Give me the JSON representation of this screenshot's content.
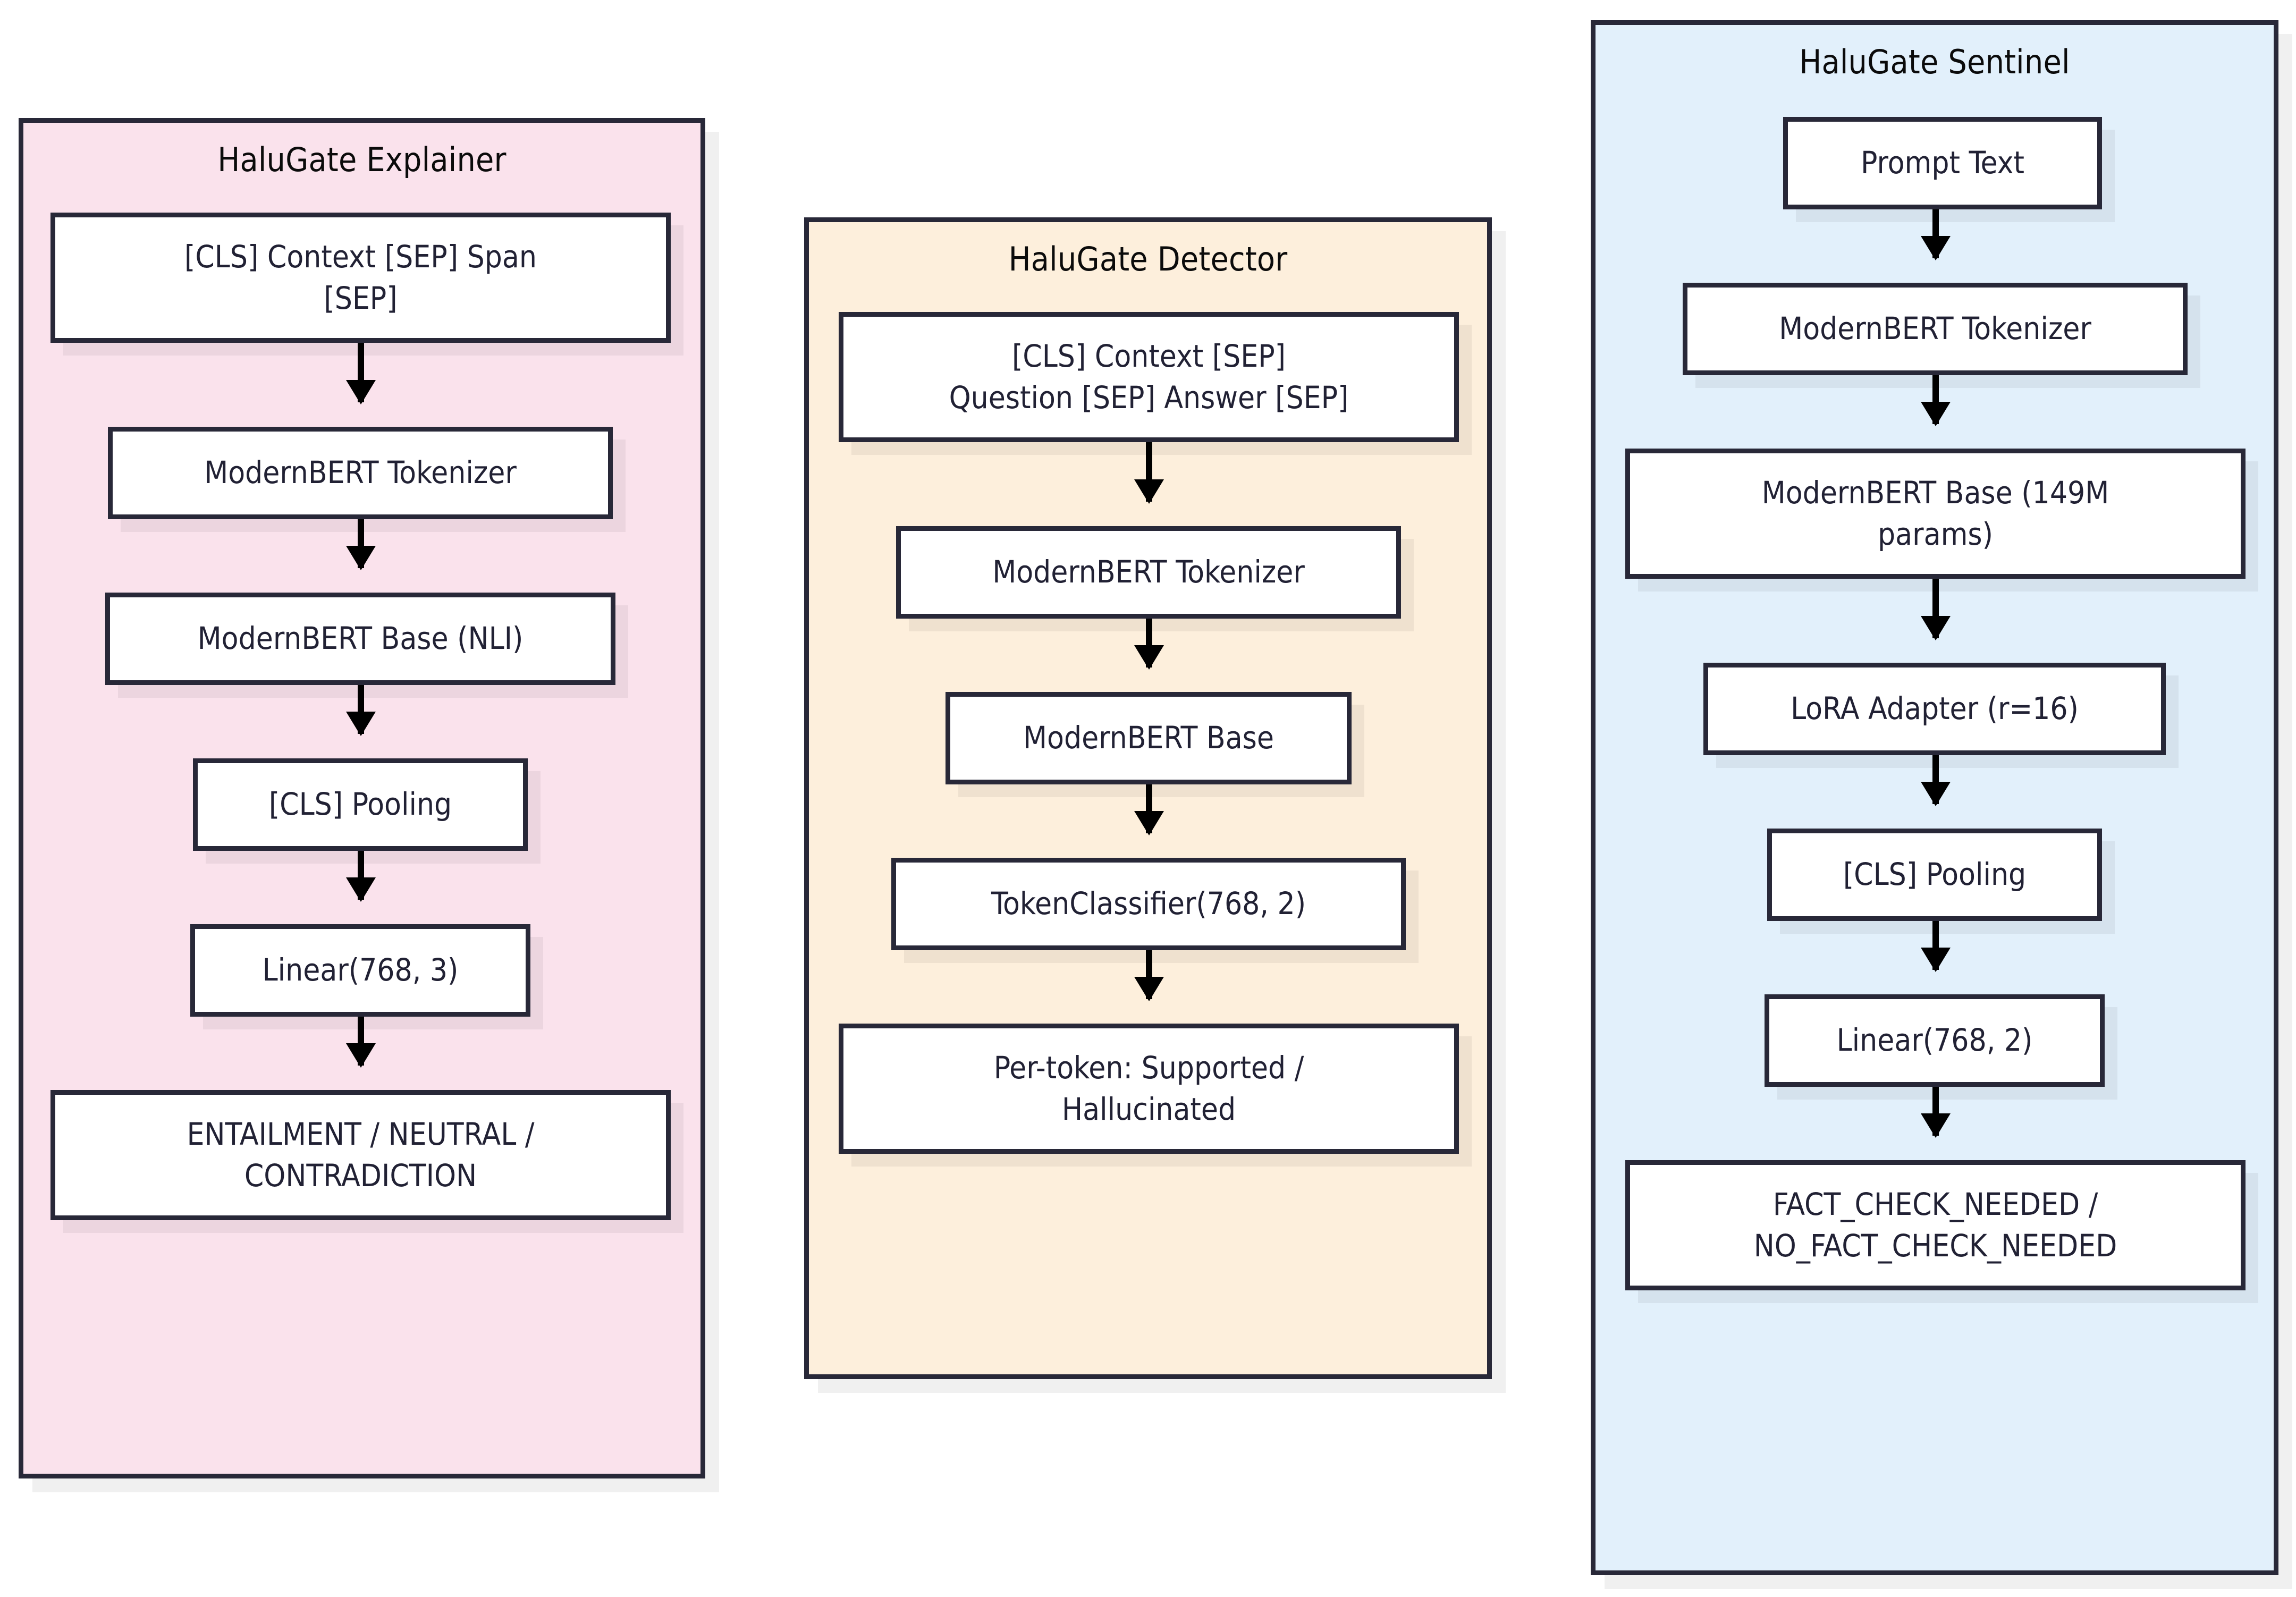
{
  "diagram": {
    "title_semantic": "HaluGate model architectures flowchart",
    "type": "flowchart",
    "colors": {
      "border": "#282838",
      "text": "#212134",
      "node_fill": "#FFFFFF",
      "explainer_fill": "#FAE2EC",
      "detector_fill": "#FDEFDC",
      "sentinel_fill": "#E2F0FB",
      "arrow": "#000000"
    }
  },
  "clusters": [
    {
      "id": "explainer",
      "title": "HaluGate Explainer",
      "nodes": [
        {
          "id": "exp-input",
          "label": "[CLS] Context [SEP] Span\n[SEP]"
        },
        {
          "id": "exp-tokenizer",
          "label": "ModernBERT Tokenizer"
        },
        {
          "id": "exp-base",
          "label": "ModernBERT Base (NLI)"
        },
        {
          "id": "exp-pooling",
          "label": "[CLS] Pooling"
        },
        {
          "id": "exp-linear",
          "label": "Linear(768, 3)"
        },
        {
          "id": "exp-output",
          "label": "ENTAILMENT / NEUTRAL /\nCONTRADICTION"
        }
      ],
      "edges": [
        {
          "from": "exp-input",
          "to": "exp-tokenizer"
        },
        {
          "from": "exp-tokenizer",
          "to": "exp-base"
        },
        {
          "from": "exp-base",
          "to": "exp-pooling"
        },
        {
          "from": "exp-pooling",
          "to": "exp-linear"
        },
        {
          "from": "exp-linear",
          "to": "exp-output"
        }
      ]
    },
    {
      "id": "detector",
      "title": "HaluGate Detector",
      "nodes": [
        {
          "id": "det-input",
          "label": "[CLS] Context [SEP]\nQuestion [SEP] Answer [SEP]"
        },
        {
          "id": "det-tokenizer",
          "label": "ModernBERT Tokenizer"
        },
        {
          "id": "det-base",
          "label": "ModernBERT Base"
        },
        {
          "id": "det-classifier",
          "label": "TokenClassifier(768, 2)"
        },
        {
          "id": "det-output",
          "label": "Per-token: Supported /\nHallucinated"
        }
      ],
      "edges": [
        {
          "from": "det-input",
          "to": "det-tokenizer"
        },
        {
          "from": "det-tokenizer",
          "to": "det-base"
        },
        {
          "from": "det-base",
          "to": "det-classifier"
        },
        {
          "from": "det-classifier",
          "to": "det-output"
        }
      ]
    },
    {
      "id": "sentinel",
      "title": "HaluGate Sentinel",
      "nodes": [
        {
          "id": "sen-prompt",
          "label": "Prompt Text"
        },
        {
          "id": "sen-tokenizer",
          "label": "ModernBERT Tokenizer"
        },
        {
          "id": "sen-base",
          "label": "ModernBERT Base (149M\nparams)"
        },
        {
          "id": "sen-lora",
          "label": "LoRA Adapter (r=16)"
        },
        {
          "id": "sen-pooling",
          "label": "[CLS] Pooling"
        },
        {
          "id": "sen-linear",
          "label": "Linear(768, 2)"
        },
        {
          "id": "sen-output",
          "label": "FACT_CHECK_NEEDED /\nNO_FACT_CHECK_NEEDED"
        }
      ],
      "edges": [
        {
          "from": "sen-prompt",
          "to": "sen-tokenizer"
        },
        {
          "from": "sen-tokenizer",
          "to": "sen-base"
        },
        {
          "from": "sen-base",
          "to": "sen-lora"
        },
        {
          "from": "sen-lora",
          "to": "sen-pooling"
        },
        {
          "from": "sen-pooling",
          "to": "sen-linear"
        },
        {
          "from": "sen-linear",
          "to": "sen-output"
        }
      ]
    }
  ]
}
